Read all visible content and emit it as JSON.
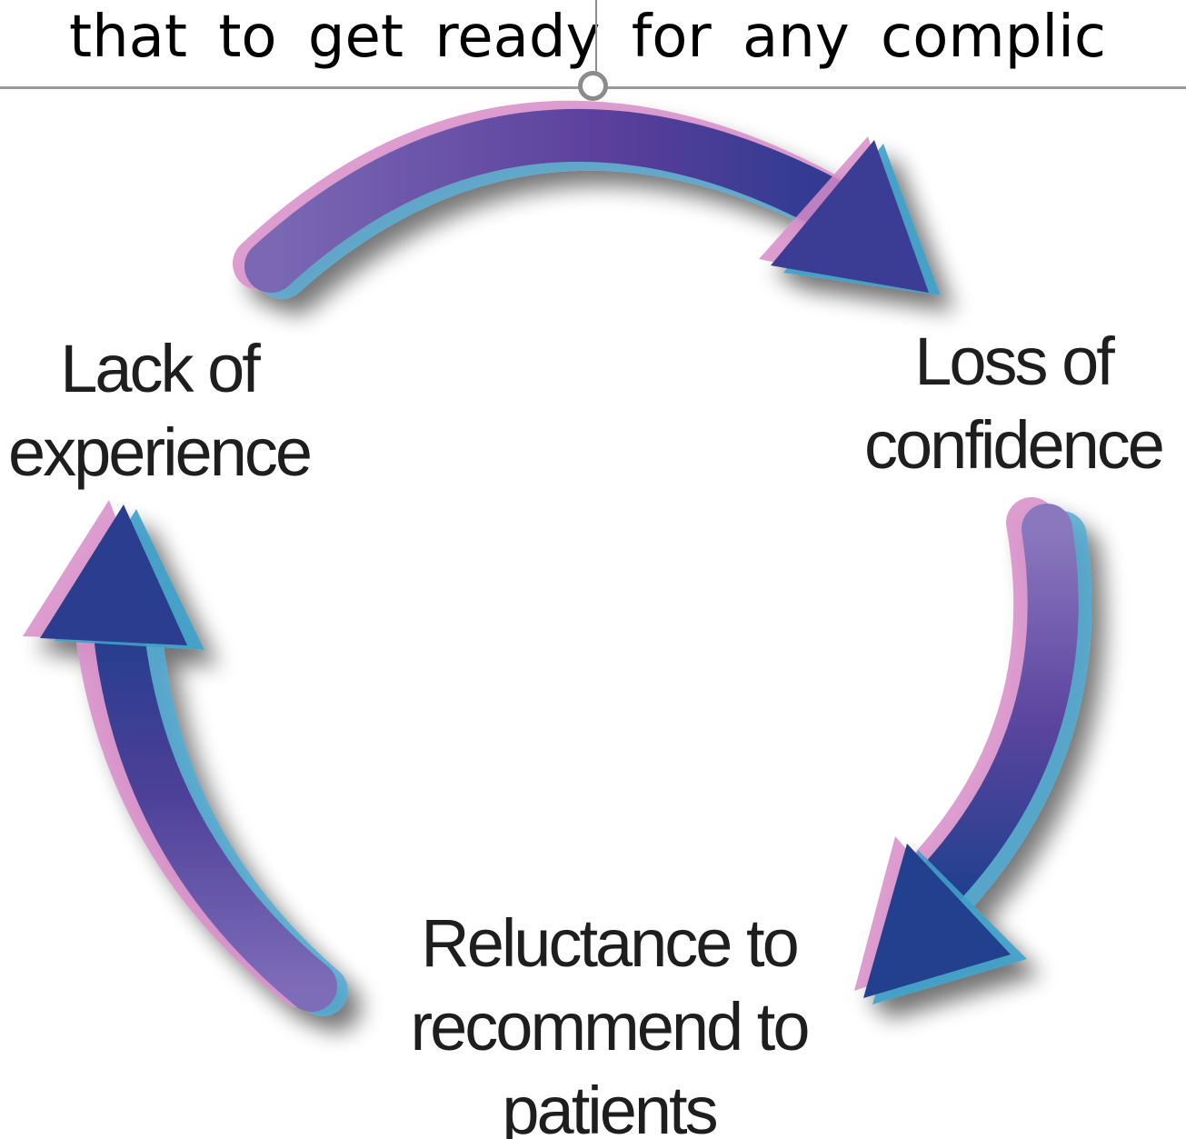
{
  "document": {
    "partial_text_line": "that to get ready for any complic"
  },
  "diagram": {
    "nodes": [
      {
        "id": "lack",
        "lines": [
          "Lack of",
          "experience"
        ]
      },
      {
        "id": "loss",
        "lines": [
          "Loss of",
          "confidence"
        ]
      },
      {
        "id": "reluctance",
        "lines": [
          "Reluctance to",
          "recommend to",
          "patients"
        ]
      }
    ],
    "arrows": [
      {
        "from": "lack",
        "to": "loss"
      },
      {
        "from": "loss",
        "to": "reluctance"
      },
      {
        "from": "reluctance",
        "to": "lack"
      }
    ],
    "colors": {
      "arrow_main": "#5a4a9e",
      "arrow_dark": "#2c3f8f",
      "arrow_pink": "#d78cc8",
      "arrow_cyan": "#3fa0c8",
      "text": "#1e1e1e",
      "frame_border": "#9a9a9a"
    }
  }
}
